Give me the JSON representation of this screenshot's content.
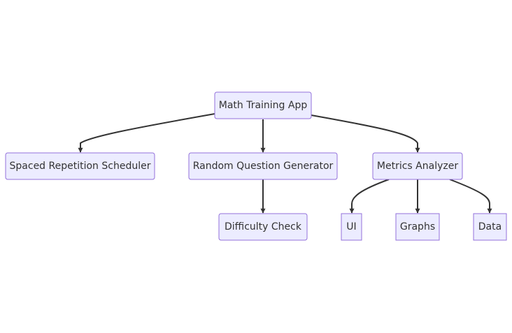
{
  "diagram": {
    "type": "flowchart-top-down",
    "colors": {
      "node_fill": "#ececff",
      "node_stroke": "#9370db",
      "edge": "#333333",
      "text": "#333333"
    },
    "nodes": [
      {
        "id": "app",
        "label": "Math Training App"
      },
      {
        "id": "srs",
        "label": "Spaced Repetition Scheduler"
      },
      {
        "id": "rqg",
        "label": "Random Question Generator"
      },
      {
        "id": "ma",
        "label": "Metrics Analyzer"
      },
      {
        "id": "dc",
        "label": "Difficulty Check"
      },
      {
        "id": "ui",
        "label": "UI"
      },
      {
        "id": "graphs",
        "label": "Graphs"
      },
      {
        "id": "data",
        "label": "Data"
      }
    ],
    "edges": [
      {
        "from": "app",
        "to": "srs"
      },
      {
        "from": "app",
        "to": "rqg"
      },
      {
        "from": "app",
        "to": "ma"
      },
      {
        "from": "rqg",
        "to": "dc"
      },
      {
        "from": "ma",
        "to": "ui"
      },
      {
        "from": "ma",
        "to": "graphs"
      },
      {
        "from": "ma",
        "to": "data"
      }
    ]
  }
}
